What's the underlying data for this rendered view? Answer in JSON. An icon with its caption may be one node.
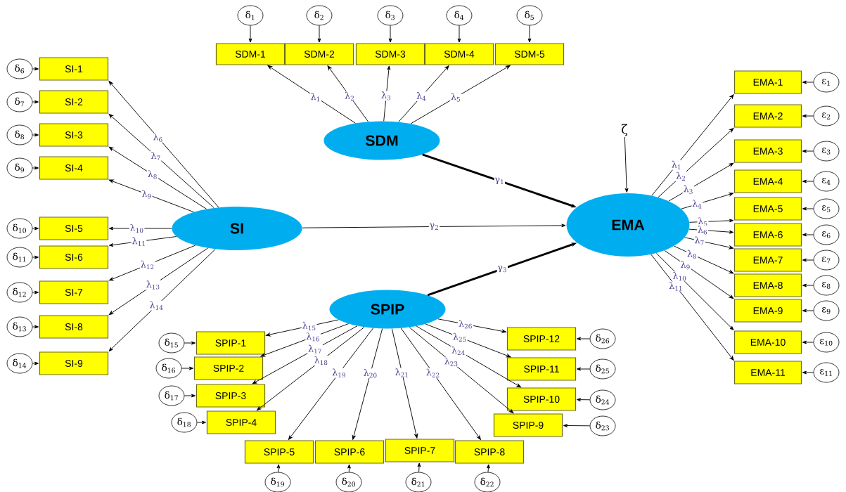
{
  "diagram": {
    "nodes": [
      {
        "text": [
          "SDM"
        ]
      },
      {
        "text": [
          "SI"
        ]
      },
      {
        "text": [
          "SPIP"
        ]
      },
      {
        "text": [
          "EMA"
        ]
      },
      {
        "text": [
          "ζ"
        ]
      },
      {
        "text": [
          "SDM-1"
        ]
      },
      {
        "text": [
          "SDM-2"
        ]
      },
      {
        "text": [
          "SDM-3"
        ]
      },
      {
        "text": [
          "SDM-4"
        ]
      },
      {
        "text": [
          "SDM-5"
        ]
      },
      {
        "text": [
          "δ$_{1}$"
        ]
      },
      {
        "text": [
          "δ$_{2}$"
        ]
      },
      {
        "text": [
          "δ$_{3}$"
        ]
      },
      {
        "text": [
          "δ$_{4}$"
        ]
      },
      {
        "text": [
          "δ$_{5}$"
        ]
      },
      {
        "text": [
          "SI-1"
        ]
      },
      {
        "text": [
          "SI-2"
        ]
      },
      {
        "text": [
          "SI-3"
        ]
      },
      {
        "text": [
          "SI-4"
        ]
      },
      {
        "text": [
          "SI-5"
        ]
      },
      {
        "text": [
          "SI-6"
        ]
      },
      {
        "text": [
          "SI-7"
        ]
      },
      {
        "text": [
          "SI-8"
        ]
      },
      {
        "text": [
          "SI-9"
        ]
      },
      {
        "text": [
          "δ$_{6}$"
        ]
      },
      {
        "text": [
          "δ$_{7}$"
        ]
      },
      {
        "text": [
          "δ$_{8}$"
        ]
      },
      {
        "text": [
          "δ$_{9}$"
        ]
      },
      {
        "text": [
          "δ$_{10}$"
        ]
      },
      {
        "text": [
          "δ$_{11}$"
        ]
      },
      {
        "text": [
          "δ$_{12}$"
        ]
      },
      {
        "text": [
          "δ$_{13}$"
        ]
      },
      {
        "text": [
          "δ$_{14}$"
        ]
      },
      {
        "text": [
          "SPIP-1"
        ]
      },
      {
        "text": [
          "SPIP-2"
        ]
      },
      {
        "text": [
          "SPIP-3"
        ]
      },
      {
        "text": [
          "SPIP-4"
        ]
      },
      {
        "text": [
          "SPIP-5"
        ]
      },
      {
        "text": [
          "SPIP-6"
        ]
      },
      {
        "text": [
          "SPIP-7"
        ]
      },
      {
        "text": [
          "SPIP-8"
        ]
      },
      {
        "text": [
          "SPIP-9"
        ]
      },
      {
        "text": [
          "SPIP-10"
        ]
      },
      {
        "text": [
          "SPIP-11"
        ]
      },
      {
        "text": [
          "SPIP-12"
        ]
      },
      {
        "text": [
          "δ$_{15}$"
        ]
      },
      {
        "text": [
          "δ$_{16}$"
        ]
      },
      {
        "text": [
          "δ$_{17}$"
        ]
      },
      {
        "text": [
          "δ$_{18}$"
        ]
      },
      {
        "text": [
          "δ$_{19}$"
        ]
      },
      {
        "text": [
          "δ$_{20}$"
        ]
      },
      {
        "text": [
          "δ$_{21}$"
        ]
      },
      {
        "text": [
          "δ$_{22}$"
        ]
      },
      {
        "text": [
          "δ$_{23}$"
        ]
      },
      {
        "text": [
          "δ$_{24}$"
        ]
      },
      {
        "text": [
          "δ$_{25}$"
        ]
      },
      {
        "text": [
          "δ$_{26}$"
        ]
      },
      {
        "text": [
          "EMA-1"
        ]
      },
      {
        "text": [
          "EMA-2"
        ]
      },
      {
        "text": [
          "EMA-3"
        ]
      },
      {
        "text": [
          "EMA-4"
        ]
      },
      {
        "text": [
          "EMA-5"
        ]
      },
      {
        "text": [
          "EMA-6"
        ]
      },
      {
        "text": [
          "EMA-7"
        ]
      },
      {
        "text": [
          "EMA-8"
        ]
      },
      {
        "text": [
          "EMA-9"
        ]
      },
      {
        "text": [
          "EMA-10"
        ]
      },
      {
        "text": [
          "EMA-11"
        ]
      },
      {
        "text": [
          "ε$_{1}$"
        ]
      },
      {
        "text": [
          "ε$_{2}$"
        ]
      },
      {
        "text": [
          "ε$_{3}$"
        ]
      },
      {
        "text": [
          "ε$_{4}$"
        ]
      },
      {
        "text": [
          "ε$_{5}$"
        ]
      },
      {
        "text": [
          "ε$_{6}$"
        ]
      },
      {
        "text": [
          "ε$_{7}$"
        ]
      },
      {
        "text": [
          "ε$_{8}$"
        ]
      },
      {
        "text": [
          "ε$_{9}$"
        ]
      },
      {
        "text": [
          "ε$_{10}$"
        ]
      },
      {
        "text": [
          "ε$_{11}$"
        ]
      }
    ],
    "edges": [
      {
        "from": 0,
        "to": 5,
        "arrow": "to",
        "label": "λ$_{1}$"
      },
      {
        "from": 0,
        "to": 6,
        "arrow": "to",
        "label": "λ$_{2}$"
      },
      {
        "from": 0,
        "to": 7,
        "arrow": "to",
        "label": "λ$_{3}$"
      },
      {
        "from": 0,
        "to": 8,
        "arrow": "to",
        "label": "λ$_{4}$"
      },
      {
        "from": 0,
        "to": 9,
        "arrow": "to",
        "label": "λ$_{5}$"
      },
      {
        "from": 10,
        "to": 5,
        "arrow": "to"
      },
      {
        "from": 11,
        "to": 6,
        "arrow": "to"
      },
      {
        "from": 12,
        "to": 7,
        "arrow": "to"
      },
      {
        "from": 13,
        "to": 8,
        "arrow": "to"
      },
      {
        "from": 14,
        "to": 9,
        "arrow": "to"
      },
      {
        "from": 1,
        "to": 15,
        "arrow": "to",
        "label": "λ$_{6}$"
      },
      {
        "from": 1,
        "to": 16,
        "arrow": "to",
        "label": "λ$_{7}$"
      },
      {
        "from": 1,
        "to": 17,
        "arrow": "to",
        "label": "λ$_{8}$"
      },
      {
        "from": 1,
        "to": 18,
        "arrow": "to",
        "label": "λ$_{9}$"
      },
      {
        "from": 1,
        "to": 19,
        "arrow": "to",
        "label": "λ$_{10}$"
      },
      {
        "from": 1,
        "to": 20,
        "arrow": "to",
        "label": "λ$_{11}$"
      },
      {
        "from": 1,
        "to": 21,
        "arrow": "to",
        "label": "λ$_{12}$"
      },
      {
        "from": 1,
        "to": 22,
        "arrow": "to",
        "label": "λ$_{13}$"
      },
      {
        "from": 1,
        "to": 23,
        "arrow": "to",
        "label": "λ$_{14}$"
      },
      {
        "from": 24,
        "to": 15,
        "arrow": "to"
      },
      {
        "from": 25,
        "to": 16,
        "arrow": "to"
      },
      {
        "from": 26,
        "to": 17,
        "arrow": "to"
      },
      {
        "from": 27,
        "to": 18,
        "arrow": "to"
      },
      {
        "from": 28,
        "to": 19,
        "arrow": "to"
      },
      {
        "from": 29,
        "to": 20,
        "arrow": "to"
      },
      {
        "from": 30,
        "to": 21,
        "arrow": "to"
      },
      {
        "from": 31,
        "to": 22,
        "arrow": "to"
      },
      {
        "from": 32,
        "to": 23,
        "arrow": "to"
      },
      {
        "from": 2,
        "to": 33,
        "arrow": "to",
        "label": "λ$_{15}$"
      },
      {
        "from": 2,
        "to": 34,
        "arrow": "to",
        "label": "λ$_{16}$"
      },
      {
        "from": 2,
        "to": 35,
        "arrow": "to",
        "label": "λ$_{17}$"
      },
      {
        "from": 2,
        "to": 36,
        "arrow": "to",
        "label": "λ$_{18}$"
      },
      {
        "from": 2,
        "to": 37,
        "arrow": "to",
        "label": "λ$_{19}$"
      },
      {
        "from": 2,
        "to": 38,
        "arrow": "to",
        "label": "λ$_{20}$"
      },
      {
        "from": 2,
        "to": 39,
        "arrow": "to",
        "label": "λ$_{21}$"
      },
      {
        "from": 2,
        "to": 40,
        "arrow": "to",
        "label": "λ$_{22}$"
      },
      {
        "from": 2,
        "to": 41,
        "arrow": "to",
        "label": "λ$_{23}$"
      },
      {
        "from": 2,
        "to": 42,
        "arrow": "to",
        "label": "λ$_{24}$"
      },
      {
        "from": 2,
        "to": 43,
        "arrow": "to",
        "label": "λ$_{25}$"
      },
      {
        "from": 2,
        "to": 44,
        "arrow": "to",
        "label": "λ$_{26}$"
      },
      {
        "from": 45,
        "to": 33,
        "arrow": "to"
      },
      {
        "from": 46,
        "to": 34,
        "arrow": "to"
      },
      {
        "from": 47,
        "to": 35,
        "arrow": "to"
      },
      {
        "from": 48,
        "to": 36,
        "arrow": "to"
      },
      {
        "from": 49,
        "to": 37,
        "arrow": "to"
      },
      {
        "from": 50,
        "to": 38,
        "arrow": "to"
      },
      {
        "from": 51,
        "to": 39,
        "arrow": "to"
      },
      {
        "from": 52,
        "to": 40,
        "arrow": "to"
      },
      {
        "from": 53,
        "to": 41,
        "arrow": "to"
      },
      {
        "from": 54,
        "to": 42,
        "arrow": "to"
      },
      {
        "from": 55,
        "to": 43,
        "arrow": "to"
      },
      {
        "from": 56,
        "to": 44,
        "arrow": "to"
      },
      {
        "from": 3,
        "to": 57,
        "arrow": "to",
        "label": "λ$_{1}$"
      },
      {
        "from": 3,
        "to": 58,
        "arrow": "to",
        "label": "λ$_{2}$"
      },
      {
        "from": 3,
        "to": 59,
        "arrow": "to",
        "label": "λ$_{3}$"
      },
      {
        "from": 3,
        "to": 60,
        "arrow": "to",
        "label": "λ$_{4}$"
      },
      {
        "from": 3,
        "to": 61,
        "arrow": "to",
        "label": "λ$_{5}$"
      },
      {
        "from": 3,
        "to": 62,
        "arrow": "to",
        "label": "λ$_{6}$"
      },
      {
        "from": 3,
        "to": 63,
        "arrow": "to",
        "label": "λ$_{7}$"
      },
      {
        "from": 3,
        "to": 64,
        "arrow": "to",
        "label": "λ$_{8}$"
      },
      {
        "from": 3,
        "to": 65,
        "arrow": "to",
        "label": "λ$_{9}$"
      },
      {
        "from": 3,
        "to": 66,
        "arrow": "to",
        "label": "λ$_{10}$"
      },
      {
        "from": 3,
        "to": 67,
        "arrow": "to",
        "label": "λ$_{11}$"
      },
      {
        "from": 68,
        "to": 57,
        "arrow": "to"
      },
      {
        "from": 69,
        "to": 58,
        "arrow": "to"
      },
      {
        "from": 70,
        "to": 59,
        "arrow": "to"
      },
      {
        "from": 71,
        "to": 60,
        "arrow": "to"
      },
      {
        "from": 72,
        "to": 61,
        "arrow": "to"
      },
      {
        "from": 73,
        "to": 62,
        "arrow": "to"
      },
      {
        "from": 74,
        "to": 63,
        "arrow": "to"
      },
      {
        "from": 75,
        "to": 64,
        "arrow": "to"
      },
      {
        "from": 76,
        "to": 65,
        "arrow": "to"
      },
      {
        "from": 77,
        "to": 66,
        "arrow": "to"
      },
      {
        "from": 78,
        "to": 67,
        "arrow": "to"
      },
      {
        "from": 0,
        "to": 3,
        "arrow": "to",
        "label": "γ$_{1}$",
        "style": "thick"
      },
      {
        "from": 1,
        "to": 3,
        "arrow": "to",
        "label": "γ$_{2}$"
      },
      {
        "from": 2,
        "to": 3,
        "arrow": "to",
        "label": "γ$_{3}$",
        "style": "thick"
      },
      {
        "from": 4,
        "to": 3,
        "arrow": "to"
      }
    ]
  }
}
